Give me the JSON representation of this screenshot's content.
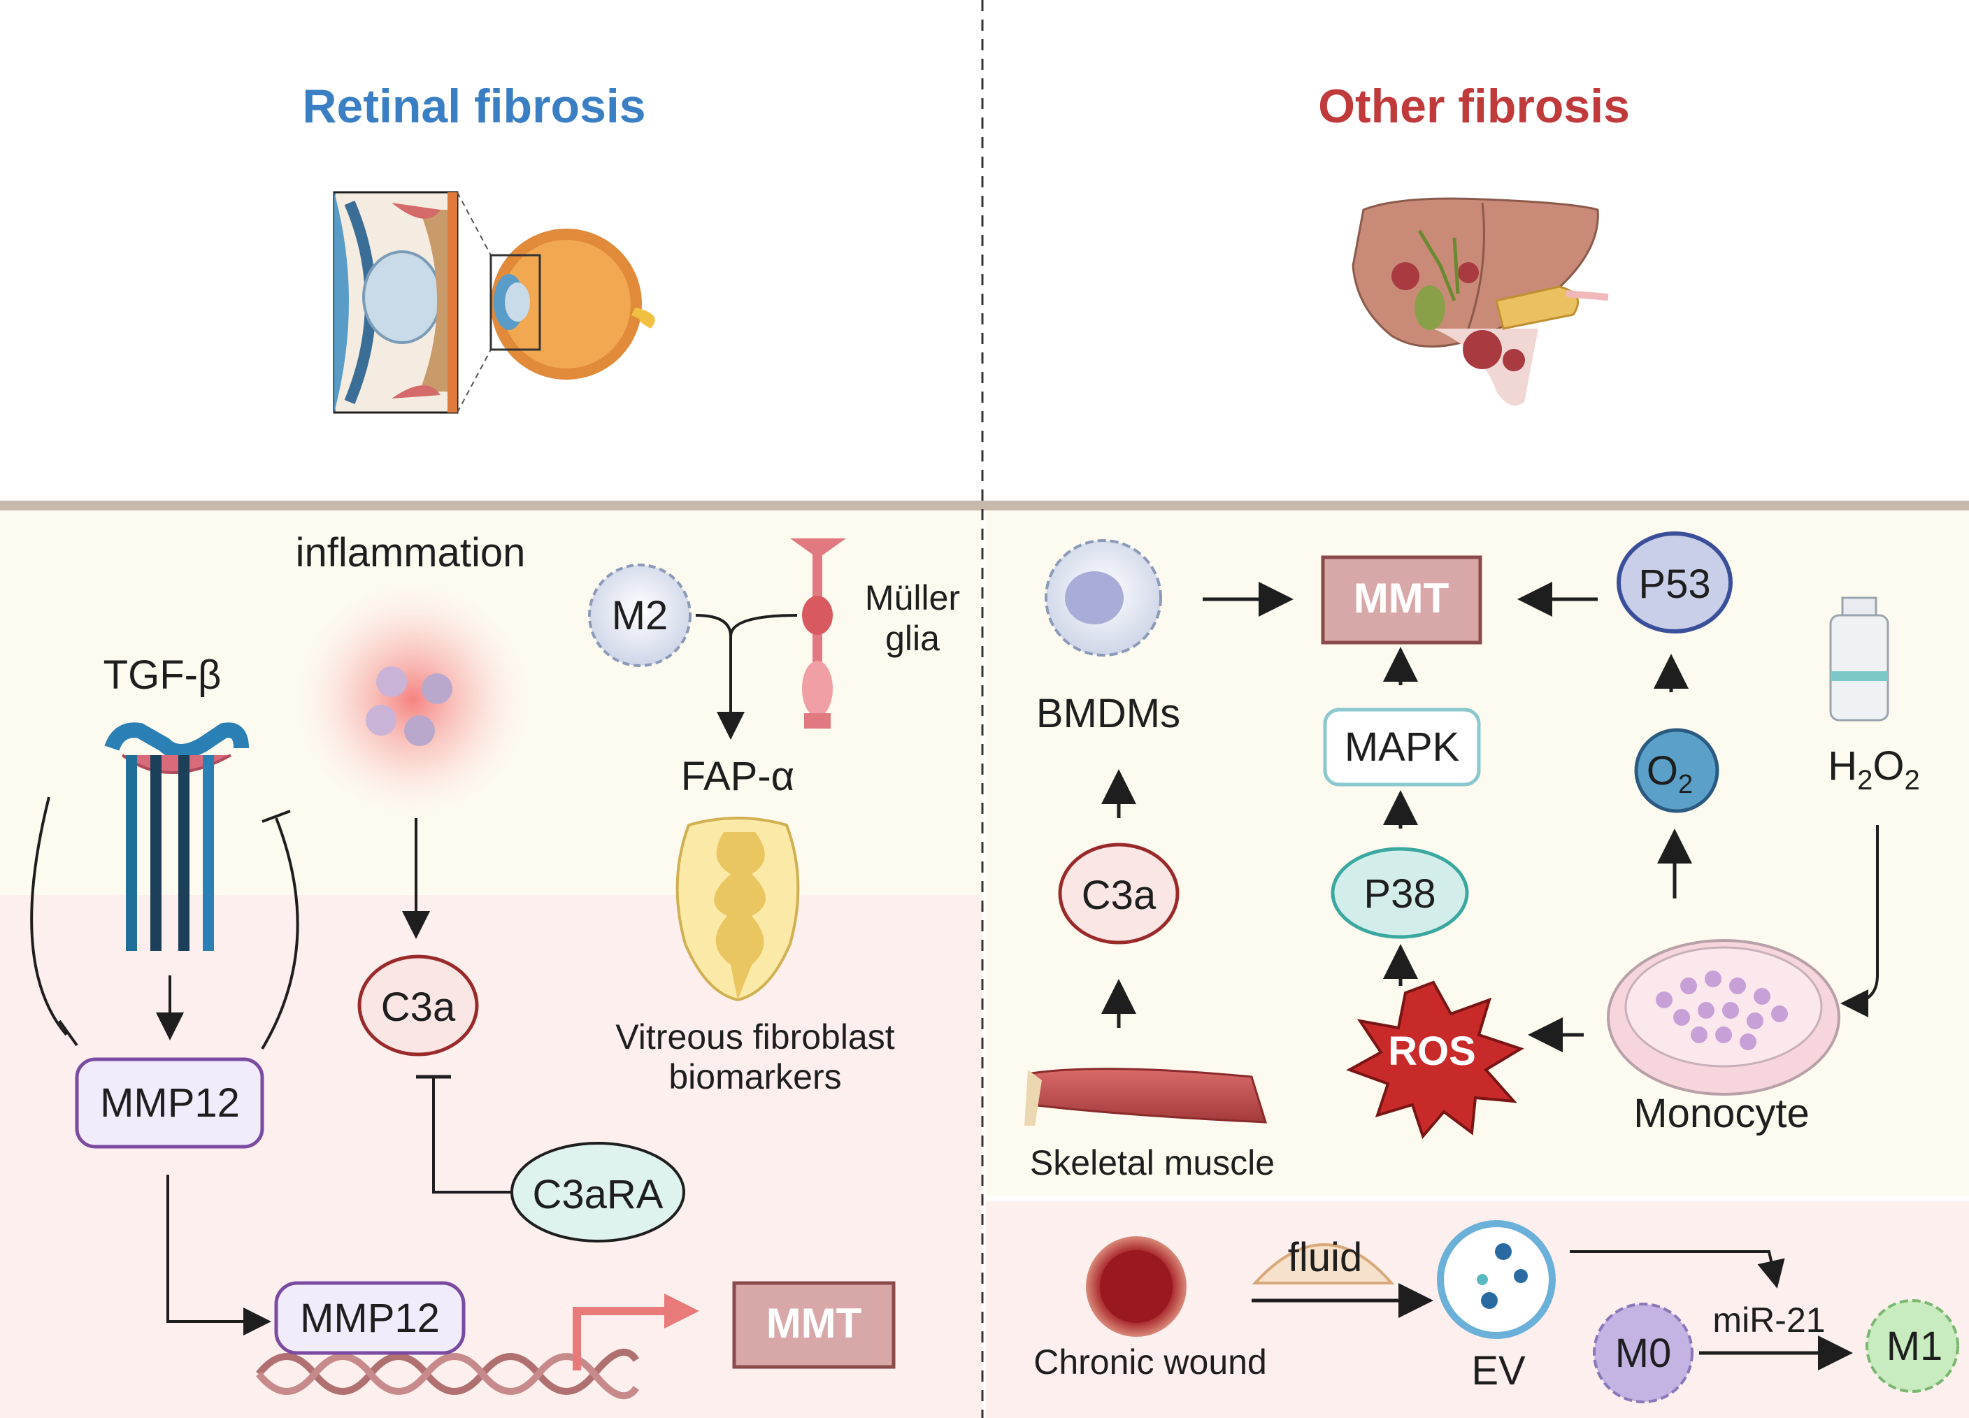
{
  "titles": {
    "left": "Retinal fibrosis",
    "right": "Other fibrosis"
  },
  "colors": {
    "left_title": "#3a7fc4",
    "right_title": "#c0393b",
    "panel_cream": "#fdfaf0",
    "panel_pink": "#fcefee",
    "divider": "#c8b8ac",
    "mmt_fill": "#d8a8a8",
    "mmt_stroke": "#8b4a4a"
  },
  "left": {
    "inflammation": "inflammation",
    "tgf": "TGF-β",
    "mmp12_box": "MMP12",
    "mmp12_dna": "MMP12",
    "mmt": "MMT",
    "c3a": "C3a",
    "c3ara": "C3aRA",
    "m2": "M2",
    "muller_line1": "Müller",
    "muller_line2": "glia",
    "fap": "FAP-α",
    "vitreous_line1": "Vitreous fibroblast",
    "vitreous_line2": "biomarkers"
  },
  "right": {
    "bmdms": "BMDMs",
    "mmt": "MMT",
    "p53": "P53",
    "mapk": "MAPK",
    "o2_main": "O",
    "o2_sub": "2",
    "h2o2_h": "H",
    "h2o2_sub1": "2",
    "h2o2_o": "O",
    "h2o2_sub2": "2",
    "c3a": "C3a",
    "p38": "P38",
    "ros": "ROS",
    "monocyte": "Monocyte",
    "skeletal_muscle": "Skeletal muscle",
    "chronic_wound": "Chronic wound",
    "fluid": "fluid",
    "ev": "EV",
    "m0": "M0",
    "mir21": "miR-21",
    "m1": "M1"
  },
  "icons": [
    "eye-cross-section-icon",
    "eye-icon",
    "liver-pancreas-icon",
    "tgf-beta-receptor-icon",
    "inflammation-cells-icon",
    "macrophage-m2-icon",
    "muller-glia-icon",
    "vitreous-fibroblast-icon",
    "dna-icon",
    "bmdm-cell-icon",
    "h2o2-vial-icon",
    "petri-dish-icon",
    "skeletal-muscle-icon",
    "chronic-wound-icon",
    "ev-vesicle-icon",
    "macrophage-m0-icon",
    "macrophage-m1-icon"
  ]
}
